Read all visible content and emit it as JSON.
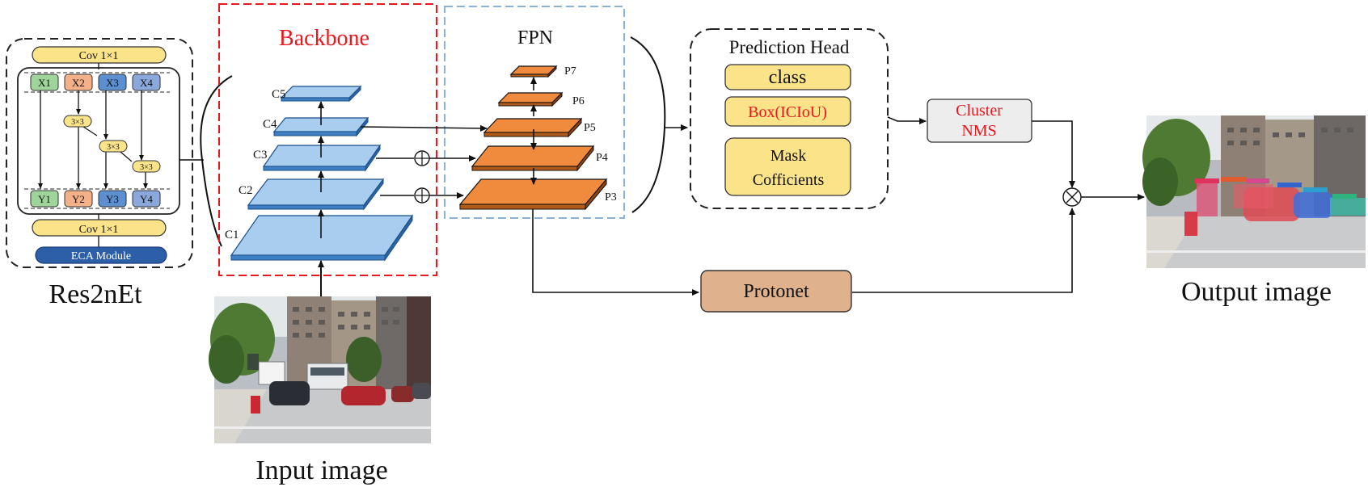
{
  "res2net": {
    "conv_top": "Cov 1×1",
    "conv_bottom": "Cov 1×1",
    "eca": "ECA Module",
    "x_inputs": [
      "X1",
      "X2",
      "X3",
      "X4"
    ],
    "y_outputs": [
      "Y1",
      "Y2",
      "Y3",
      "Y4"
    ],
    "conv3": "3×3",
    "caption": "Res2nEt"
  },
  "backbone": {
    "title": "Backbone",
    "levels": [
      "C1",
      "C2",
      "C3",
      "C4",
      "C5"
    ]
  },
  "fpn": {
    "title": "FPN",
    "levels": [
      "P3",
      "P4",
      "P5",
      "P6",
      "P7"
    ]
  },
  "prediction_head": {
    "title": "Prediction Head",
    "items": [
      "class",
      "Box(ICIoU)",
      "Mask",
      "Cofficients"
    ]
  },
  "cluster_nms": [
    "Cluster",
    "NMS"
  ],
  "protonet": "Protonet",
  "input_caption": "Input image",
  "output_caption": "Output image",
  "colors": {
    "yellow": "#fbe38a",
    "blue_layer": "#a9cdee",
    "orange_layer": "#f08a3c",
    "protonet": "#dfb18d",
    "eca": "#2c5fa8",
    "backbone_border": "#e8181e",
    "fpn_border": "#8ab0dc"
  }
}
